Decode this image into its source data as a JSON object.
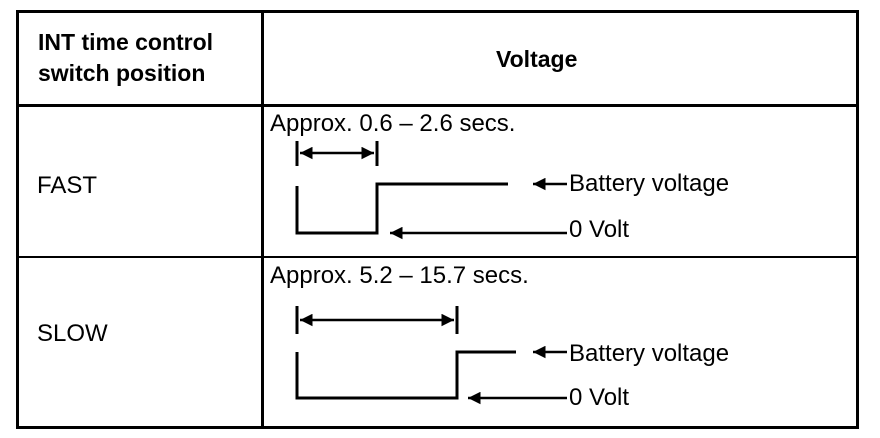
{
  "header": {
    "col1_line1": "INT time control",
    "col1_line2": "switch position",
    "col2": "Voltage"
  },
  "rows": [
    {
      "position": "FAST",
      "period": "Approx. 0.6 – 2.6 secs.",
      "high_label": "Battery voltage",
      "low_label": "0 Volt"
    },
    {
      "position": "SLOW",
      "period": "Approx. 5.2 – 15.7 secs.",
      "high_label": "Battery voltage",
      "low_label": "0 Volt"
    }
  ]
}
